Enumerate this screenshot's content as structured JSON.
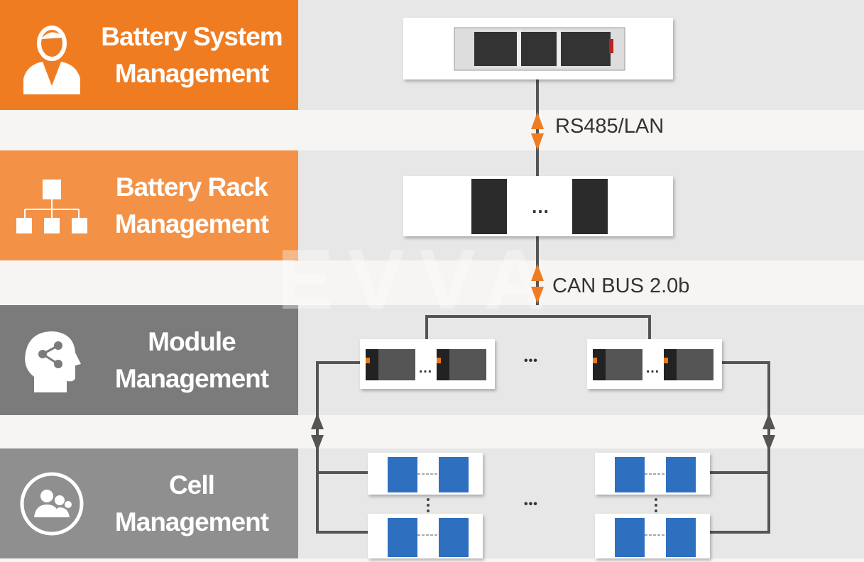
{
  "layers": [
    {
      "title_line1": "Battery System",
      "title_line2": "Management",
      "icon": "person-icon",
      "color": "#f07c22"
    },
    {
      "title_line1": "Battery Rack",
      "title_line2": "Management",
      "icon": "hierarchy-icon",
      "color": "#f39247"
    },
    {
      "title_line1": "Module",
      "title_line2": "Management",
      "icon": "head-network-icon",
      "color": "#7b7b7b"
    },
    {
      "title_line1": "Cell",
      "title_line2": "Management",
      "icon": "group-users-icon",
      "color": "#8f8f8f"
    }
  ],
  "links": {
    "system_to_rack": "RS485/LAN",
    "rack_to_module": "CAN BUS 2.0b"
  },
  "ellipsis": "…",
  "dots": "•••",
  "watermark": "EVVA",
  "colors": {
    "arrow_orange": "#f07c22",
    "line_gray": "#555555",
    "cell_blue": "#2f6fc0"
  }
}
